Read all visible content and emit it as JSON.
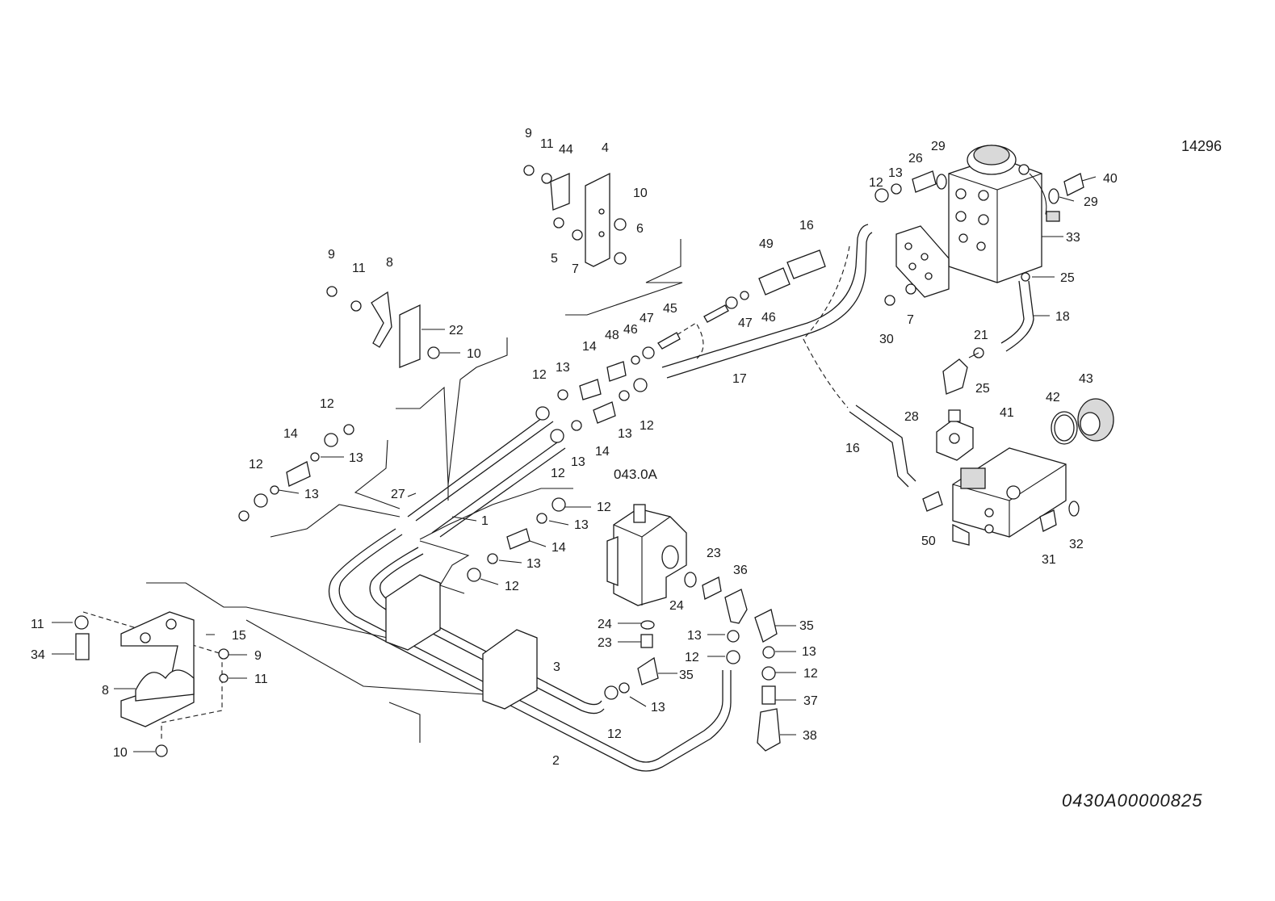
{
  "drawing": {
    "sheet_number": "14296",
    "assembly_ref": "043.0A",
    "document_code": "0430A00000825"
  },
  "callouts": [
    "9",
    "11",
    "44",
    "4",
    "10",
    "6",
    "5",
    "7",
    "9",
    "11",
    "8",
    "22",
    "10",
    "49",
    "16",
    "12",
    "13",
    "26",
    "29",
    "40",
    "29",
    "33",
    "25",
    "47",
    "46",
    "45",
    "47",
    "46",
    "30",
    "7",
    "18",
    "21",
    "25",
    "14",
    "48",
    "13",
    "12",
    "17",
    "12",
    "13",
    "14",
    "13",
    "12",
    "12",
    "14",
    "13",
    "12",
    "13",
    "27",
    "1",
    "12",
    "13",
    "14",
    "13",
    "12",
    "28",
    "41",
    "42",
    "43",
    "16",
    "50",
    "31",
    "32",
    "11",
    "15",
    "34",
    "9",
    "8",
    "11",
    "10",
    "23",
    "36",
    "24",
    "35",
    "24",
    "13",
    "23",
    "13",
    "12",
    "12",
    "35",
    "3",
    "13",
    "12",
    "37",
    "12",
    "38",
    "2"
  ]
}
